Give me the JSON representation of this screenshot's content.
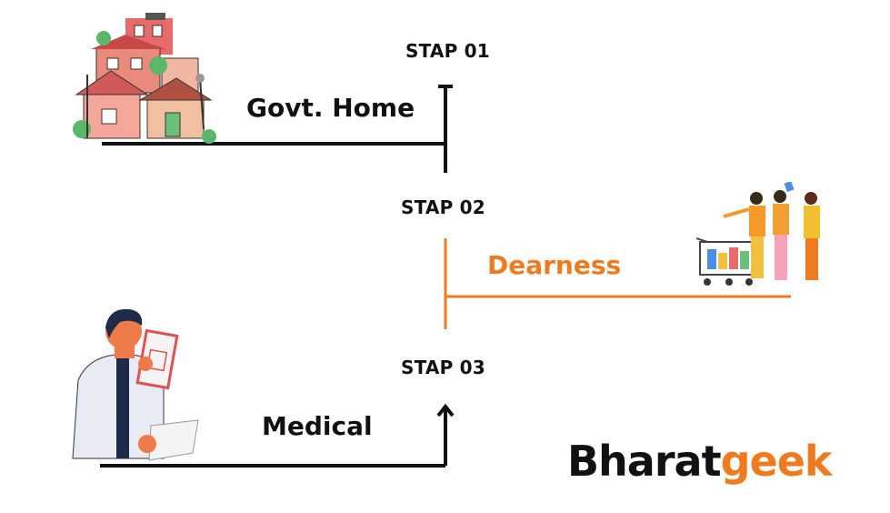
{
  "steps": [
    {
      "label": "STAP 01",
      "item": "Govt. Home",
      "illustration": "houses-illustration"
    },
    {
      "label": "STAP 02",
      "item": "Dearness",
      "illustration": "shoppers-cart-illustration"
    },
    {
      "label": "STAP 03",
      "item": "Medical",
      "illustration": "doctor-clipboard-illustration"
    }
  ],
  "brand": {
    "part1": "Bharat",
    "part2": "geek"
  },
  "colors": {
    "line": "#111111",
    "accent": "#ef7a1f",
    "text": "#111111"
  }
}
